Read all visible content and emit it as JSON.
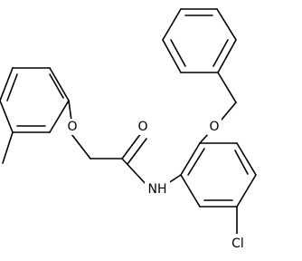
{
  "atoms": {
    "ether_o_benzyl": "O",
    "ether_o_tolyl": "O",
    "carbonyl_o": "O",
    "amide_n": "NH",
    "chlorine": "Cl"
  },
  "colors": {
    "bond": "#000000",
    "label": "#000000",
    "background": "#ffffff"
  }
}
